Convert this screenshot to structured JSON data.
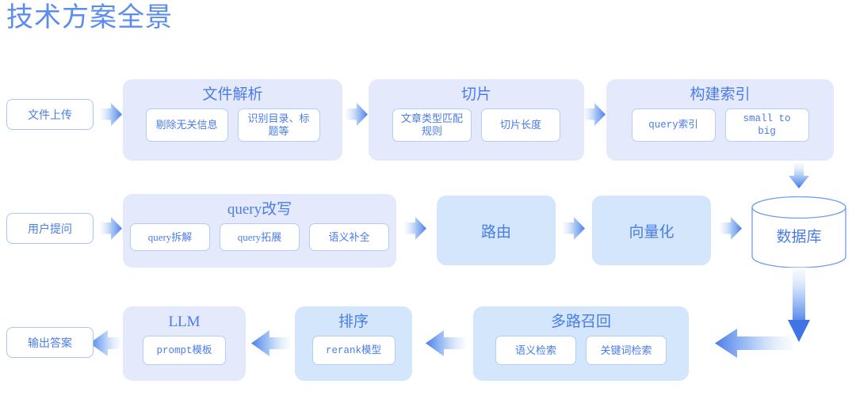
{
  "page": {
    "title": "技术方案全景",
    "accent": "#4a7ce8",
    "title_color": "#5b8df0",
    "container_lavender": "#e4eafb",
    "container_sky": "#d4e6fc",
    "chip_border": "#b5cdf3",
    "background": "#ffffff"
  },
  "rows": {
    "ingest": {
      "entry": {
        "label": "文件上传"
      },
      "stages": [
        {
          "title": "文件解析",
          "chips": [
            {
              "label": "剔除无关信息",
              "mono": false
            },
            {
              "label": "识别目录、标题等",
              "mono": false
            }
          ]
        },
        {
          "title": "切片",
          "chips": [
            {
              "label": "文章类型匹配规则",
              "mono": false
            },
            {
              "label": "切片长度",
              "mono": false
            }
          ]
        },
        {
          "title": "构建索引",
          "chips": [
            {
              "label": "query索引",
              "mono": true
            },
            {
              "label": "small to big",
              "mono": true
            }
          ]
        }
      ]
    },
    "query": {
      "entry": {
        "label": "用户提问"
      },
      "stage": {
        "title": "query改写",
        "chips": [
          {
            "label": "query拆解",
            "mono": false
          },
          {
            "label": "query拓展",
            "mono": false
          },
          {
            "label": "语义补全",
            "mono": false
          }
        ]
      },
      "solo_boxes": [
        {
          "label": "路由"
        },
        {
          "label": "向量化"
        }
      ],
      "database": {
        "label": "数据库"
      }
    },
    "answer": {
      "exit": {
        "label": "输出答案"
      },
      "stages": [
        {
          "title": "LLM",
          "tone": "lavender",
          "chips": [
            {
              "label": "prompt模板",
              "mono": true
            }
          ]
        },
        {
          "title": "排序",
          "tone": "sky",
          "chips": [
            {
              "label": "rerank模型",
              "mono": true
            }
          ]
        },
        {
          "title": "多路召回",
          "tone": "sky",
          "chips": [
            {
              "label": "语义检索",
              "mono": false
            },
            {
              "label": "关键词检索",
              "mono": false
            }
          ]
        }
      ]
    }
  }
}
